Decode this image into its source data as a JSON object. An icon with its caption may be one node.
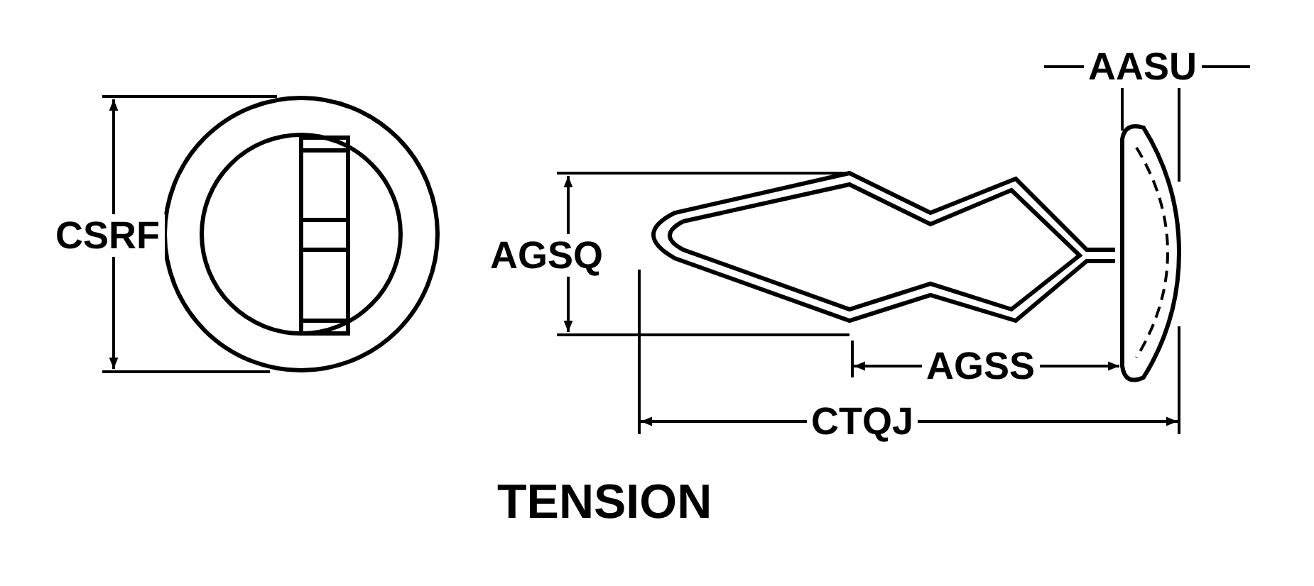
{
  "diagram": {
    "caption": "TENSION",
    "labels": [
      "AASU",
      "CSRF",
      "AGSQ",
      "AGSS",
      "CTQJ"
    ]
  }
}
